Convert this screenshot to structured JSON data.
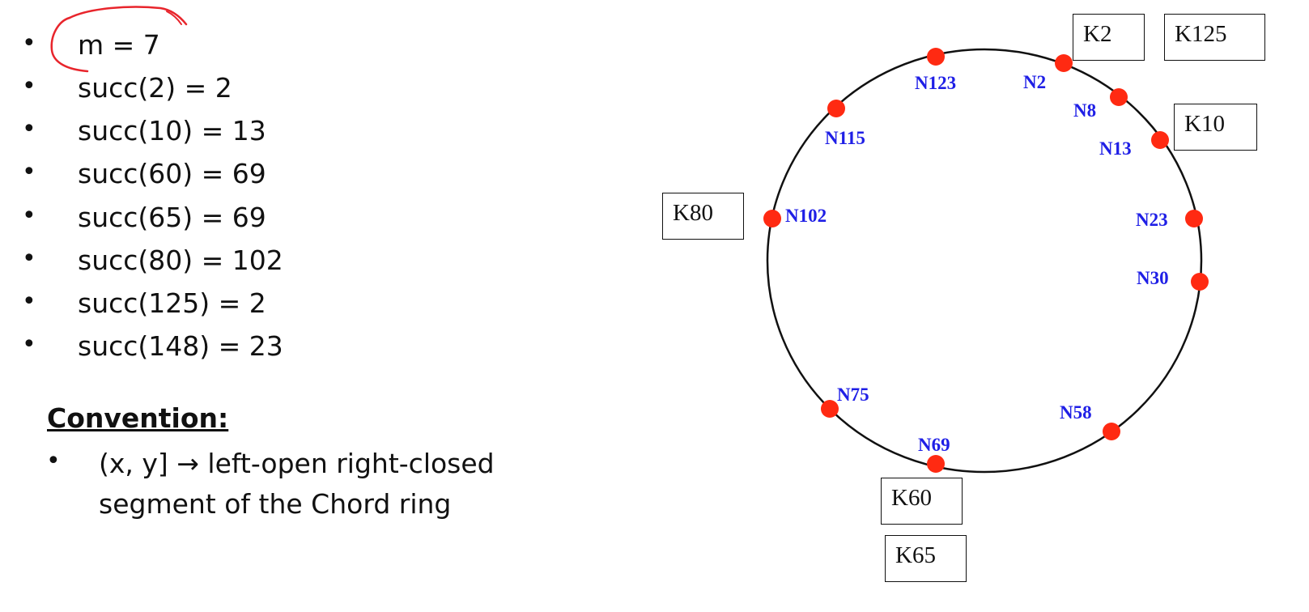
{
  "bullets": [
    {
      "text": "m = 7"
    },
    {
      "text": "succ(2) = 2"
    },
    {
      "text": "succ(10) = 13"
    },
    {
      "text": "succ(60) = 69"
    },
    {
      "text": "succ(65) = 69"
    },
    {
      "text": "succ(80) = 102"
    },
    {
      "text": "succ(125) = 2"
    },
    {
      "text": "succ(148) = 23"
    }
  ],
  "bullet_glyph": "•",
  "convention": {
    "title": "Convention:",
    "line1": "(x, y] → left-open right-closed",
    "line2": "segment of the Chord ring"
  },
  "ring": {
    "nodes": [
      "N123",
      "N2",
      "N8",
      "N13",
      "N23",
      "N30",
      "N58",
      "N69",
      "N75",
      "N102",
      "N115"
    ],
    "keys": [
      "K2",
      "K125",
      "K10",
      "K80",
      "K60",
      "K65"
    ]
  },
  "colors": {
    "node_dot": "#ff2a12",
    "node_label": "#1f1fe6",
    "annotation": "#e8252c"
  }
}
